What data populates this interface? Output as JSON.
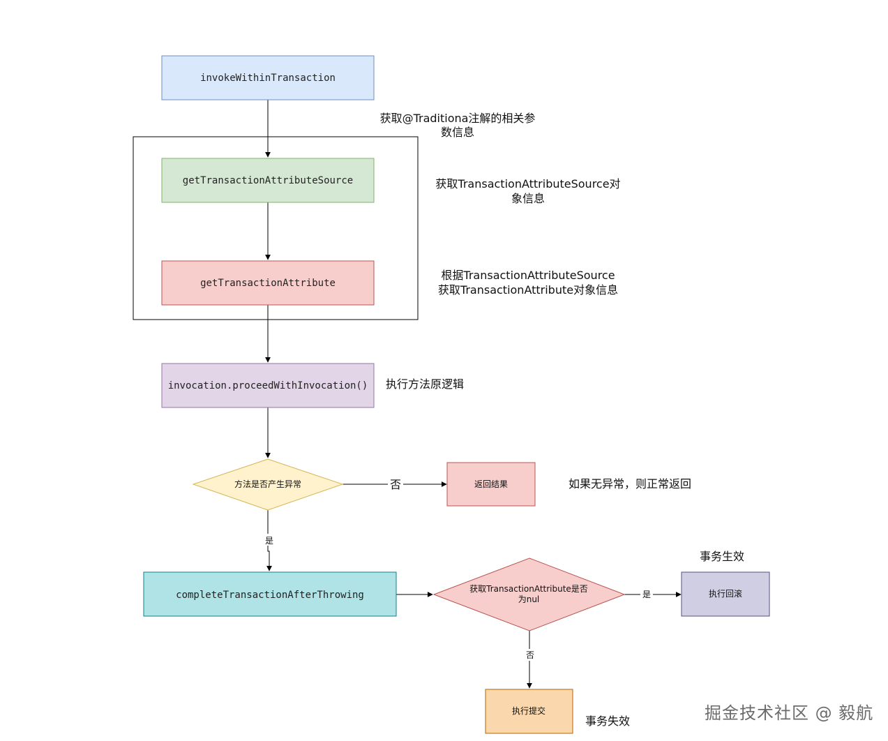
{
  "nodes": {
    "invoke": "invokeWithinTransaction",
    "get_source": "getTransactionAttributeSource",
    "get_attr": "getTransactionAttribute",
    "proceed": "invocation.proceedWithInvocation()",
    "decision_exception": "方法是否产生异常",
    "return_result": "返回结果",
    "complete": "completeTransactionAfterThrowing",
    "decision_null_line1": "获取TransactionAttribute是否",
    "decision_null_line2": "为nul",
    "rollback": "执行回滚",
    "commit": "执行提交"
  },
  "edge_labels": {
    "no1": "否",
    "yes1": "是",
    "yes2": "是",
    "no2": "否"
  },
  "notes": {
    "get_params_line1": "获取@Traditiona注解的相关参",
    "get_params_line2": "数信息",
    "source_line1": "获取TransactionAttributeSource对",
    "source_line2": "象信息",
    "attr_line1": "根据TransactionAttributeSource",
    "attr_line2": "获取TransactionAttribute对象信息",
    "proceed": "执行方法原逻辑",
    "no_exception": "如果无异常，则正常返回",
    "tx_effective": "事务生效",
    "tx_fail": "事务失效"
  },
  "watermark": "掘金技术社区 @ 毅航",
  "colors": {
    "blue_fill": "#dae8fc",
    "blue_stroke": "#6c8ebf",
    "green_fill": "#d5e8d4",
    "green_stroke": "#82b366",
    "red_fill": "#f8cecc",
    "red_stroke": "#b85450",
    "purple_fill": "#e1d5e7",
    "purple_stroke": "#9673a6",
    "yellow_fill": "#fff2cc",
    "yellow_stroke": "#d6b656",
    "teal_fill": "#b0e3e6",
    "teal_stroke": "#0e8088",
    "lavender_fill": "#d0cee2",
    "lavender_stroke": "#56517e",
    "orange_fill": "#fad7ac",
    "orange_stroke": "#b46504"
  }
}
